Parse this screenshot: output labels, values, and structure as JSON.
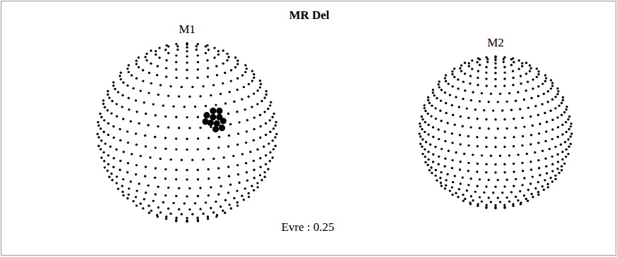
{
  "diagram": {
    "title": "MR Del",
    "nodes": [
      {
        "text": [
          "M1"
        ]
      },
      {
        "text": [
          "M2"
        ]
      }
    ],
    "labels": [
      "Evre : 0.25"
    ]
  }
}
